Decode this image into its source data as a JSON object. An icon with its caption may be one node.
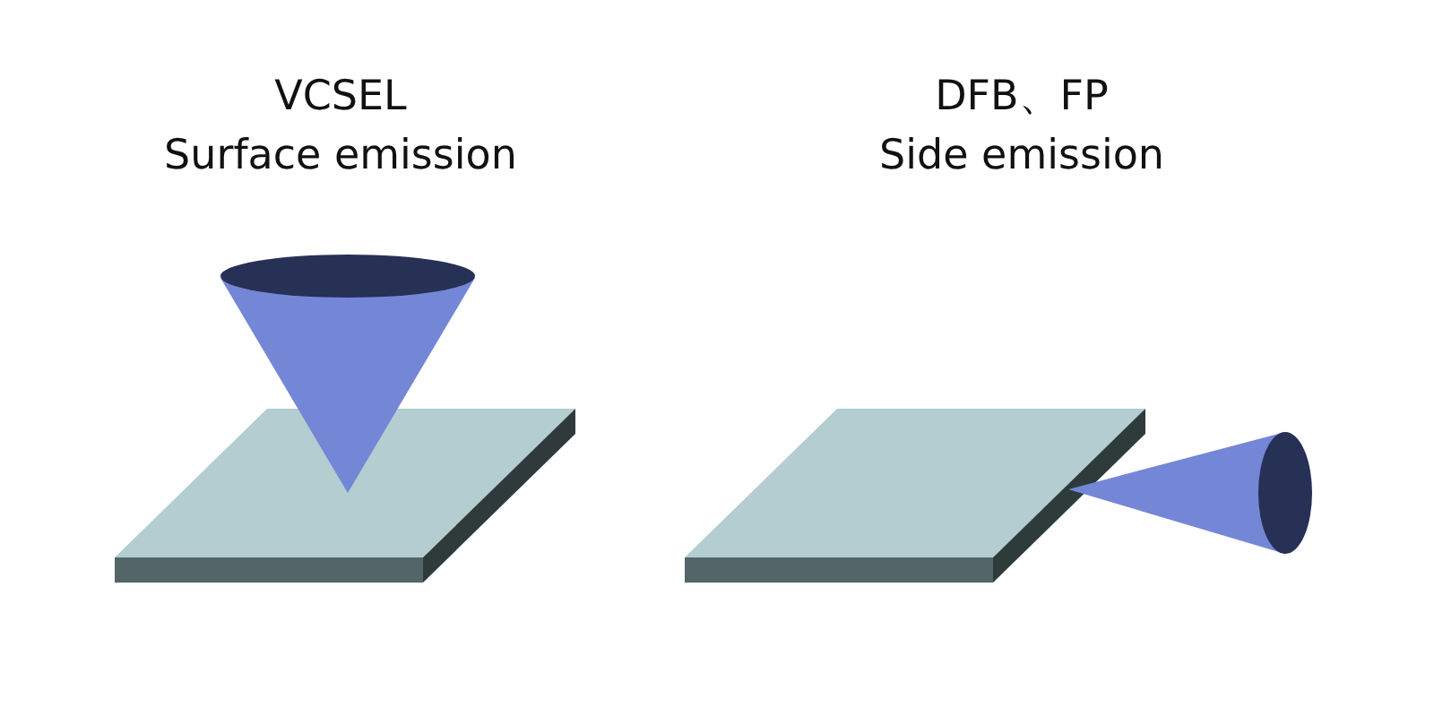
{
  "diagram": {
    "labels": [
      "VCSEL",
      "Surface emission",
      "DFB、FP",
      "Side emission"
    ]
  }
}
